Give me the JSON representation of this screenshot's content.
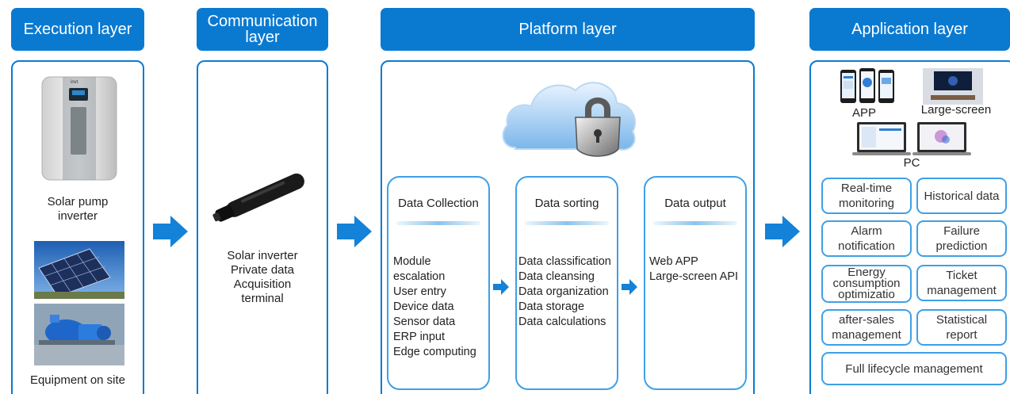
{
  "headers": {
    "execution": "Execution layer",
    "communication_line1": "Communication",
    "communication_line2": "layer",
    "platform": "Platform layer",
    "application": "Application layer"
  },
  "execution": {
    "inverter_line1": "Solar pump",
    "inverter_line2": "inverter",
    "equipment": "Equipment on site"
  },
  "communication": {
    "line1": "Solar inverter",
    "line2": "Private data",
    "line3": "Acquisition",
    "line4": "terminal"
  },
  "platform": {
    "collection": {
      "title": "Data Collection",
      "items": [
        "Module",
        "escalation",
        "User entry",
        "Device data",
        "Sensor data",
        "ERP input",
        "Edge computing"
      ]
    },
    "sorting": {
      "title": "Data sorting",
      "items": [
        "Data classification",
        "Data cleansing",
        "Data organization",
        "Data storage",
        "Data calculations"
      ]
    },
    "output": {
      "title": "Data output",
      "items": [
        "Web APP",
        "Large-screen API"
      ]
    }
  },
  "application": {
    "app_label": "APP",
    "large_screen_label": "Large-screen",
    "pc_label": "PC",
    "boxes": {
      "realtime": [
        "Real-time",
        "monitoring"
      ],
      "historical": "Historical data",
      "alarm": [
        "Alarm",
        "notification"
      ],
      "failure": [
        "Failure",
        "prediction"
      ],
      "energy": [
        "Energy",
        "consumption",
        "optimizatio"
      ],
      "ticket": [
        "Ticket",
        "management"
      ],
      "aftersales": [
        "after-sales",
        "management"
      ],
      "statistical": [
        "Statistical",
        "report"
      ],
      "lifecycle": "Full lifecycle management"
    }
  },
  "colors": {
    "primary": "#0a7ad1",
    "sub_border": "#3ea0e6",
    "arrow": "#1482d8"
  }
}
